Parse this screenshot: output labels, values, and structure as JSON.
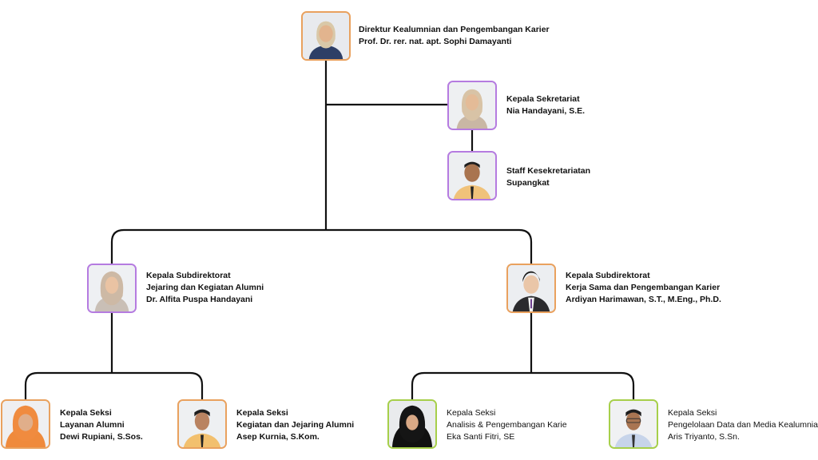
{
  "director": {
    "role": "Direktur Kealumnian dan Pengembangan Karier",
    "name": "Prof. Dr. rer. nat. apt. Sophi Damayanti"
  },
  "secretariat_head": {
    "role": "Kepala Sekretariat",
    "name": "Nia Handayani, S.E."
  },
  "secretariat_staff": {
    "role": "Staff Kesekretariatan",
    "name": "Supangkat"
  },
  "subdir_left": {
    "role": "Kepala Subdirektorat",
    "unit": "Jejaring dan Kegiatan Alumni",
    "name": "Dr. Alfita Puspa Handayani"
  },
  "subdir_right": {
    "role": "Kepala Subdirektorat",
    "unit": "Kerja Sama dan Pengembangan Karier",
    "name": "Ardiyan Harimawan, S.T., M.Eng., Ph.D."
  },
  "section_1": {
    "role": "Kepala Seksi",
    "unit": "Layanan Alumni",
    "name": "Dewi Rupiani, S.Sos."
  },
  "section_2": {
    "role": "Kepala Seksi",
    "unit": "Kegiatan dan Jejaring Alumni",
    "name": "Asep Kurnia, S.Kom."
  },
  "section_3": {
    "role": "Kepala Seksi",
    "unit": "Analisis & Pengembangan Karie",
    "name": "Eka Santi Fitri, SE"
  },
  "section_4": {
    "role": "Kepala Seksi",
    "unit": "Pengelolaan Data dan Media Kealumnian",
    "name": "Aris Triyanto, S.Sn."
  },
  "colors": {
    "line": "#111111",
    "frame_purple": "#b57be0",
    "frame_orange": "#e9a15e",
    "frame_green": "#a6cf4a"
  }
}
